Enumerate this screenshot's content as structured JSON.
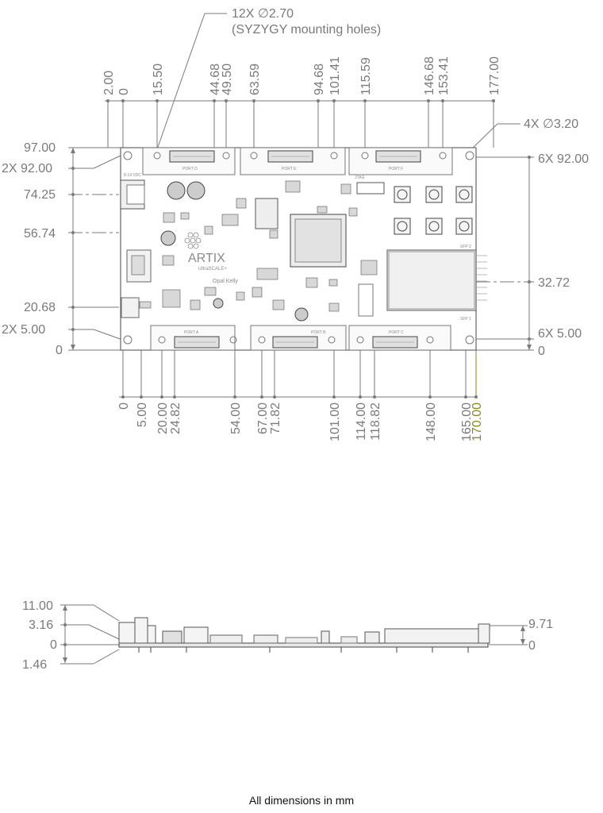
{
  "callouts": {
    "syzygy_holes_count": "12X ∅2.70",
    "syzygy_holes_desc": "(SYZYGY mounting holes)",
    "corner_holes": "4X ∅3.20"
  },
  "top_dims": [
    "2.00",
    "0",
    "15.50",
    "44.68",
    "49.50",
    "63.59",
    "94.68",
    "101.41",
    "115.59",
    "146.68",
    "153.41",
    "177.00"
  ],
  "bottom_dims": [
    "0",
    "5.00",
    "20.00",
    "24.82",
    "54.00",
    "67.00",
    "71.82",
    "101.00",
    "114.00",
    "118.82",
    "148.00",
    "165.00",
    "170.00"
  ],
  "left_dims": [
    "97.00",
    "2X 92.00",
    "74.25",
    "56.74",
    "20.68",
    "2X 5.00",
    "0"
  ],
  "right_dims": [
    "6X 92.00",
    "32.72",
    "6X 5.00",
    "0"
  ],
  "side_left_dims": [
    "11.00",
    "3.16",
    "0",
    "1.46"
  ],
  "side_right_dims": [
    "9.71",
    "0"
  ],
  "pcb_labels": {
    "port_d": "PORT D",
    "port_e": "PORT E",
    "port_f": "PORT F",
    "port_a": "PORT A",
    "port_b": "PORT B",
    "port_c": "PORT C",
    "power_in": "8-14 VDC",
    "jtag": "JTAG",
    "sfp2": "SFP 2",
    "sfp1": "SFP 1",
    "brand": "ARTIX",
    "brand_sub": "UltraSCALE+",
    "company": "Opal Kelly"
  },
  "footer": "All dimensions in mm"
}
